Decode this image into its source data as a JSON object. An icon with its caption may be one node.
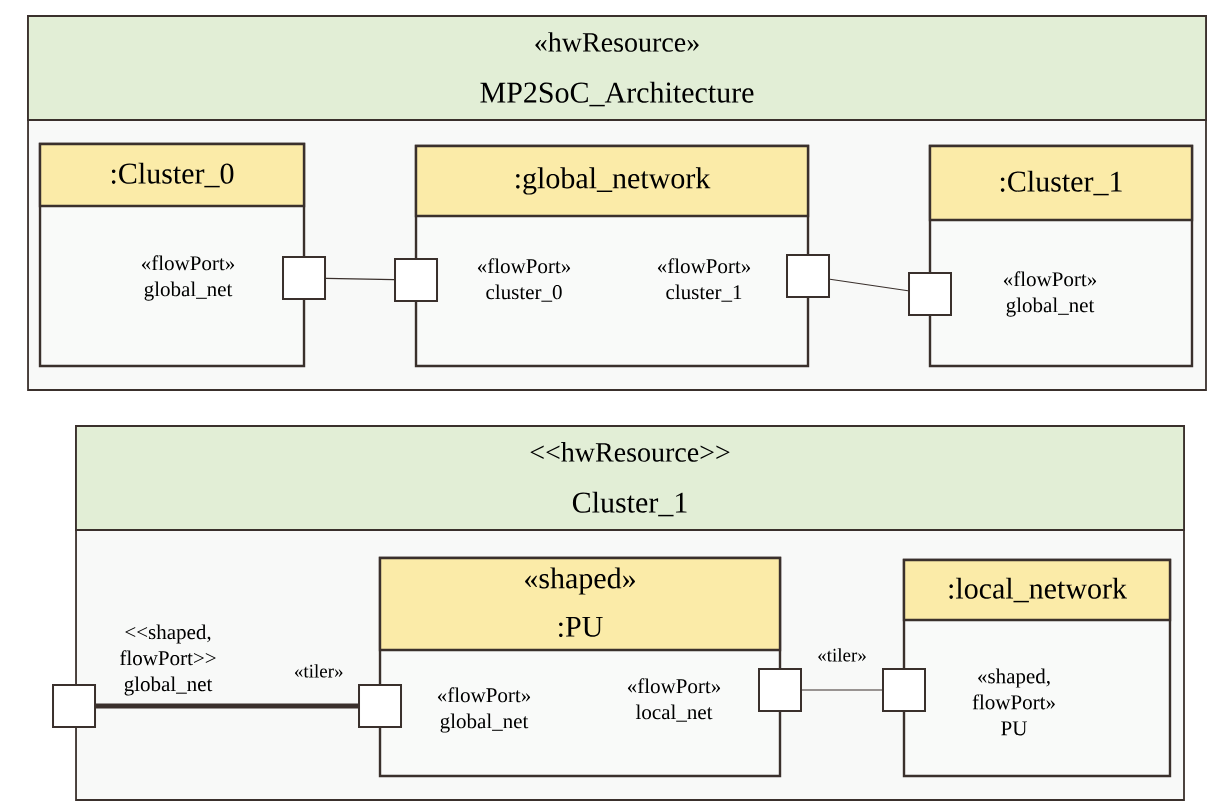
{
  "diagram": {
    "nodes": [
      {
        "text": [
          "«hwResource»",
          "MP2SoC_Architecture"
        ]
      },
      {
        "text": [
          ":Cluster_0"
        ],
        "in": 0
      },
      {
        "text": [],
        "shape": "box",
        "in": 0
      },
      {
        "text": [
          ":global_network"
        ],
        "in": 0
      },
      {
        "text": [],
        "shape": "box",
        "in": 0
      },
      {
        "text": [],
        "shape": "box",
        "in": 0
      },
      {
        "text": [
          ":Cluster_1"
        ],
        "in": 0
      },
      {
        "text": [],
        "shape": "box",
        "in": 0
      },
      {
        "text": [
          "<<hwResource>>",
          "Cluster_1"
        ]
      },
      {
        "text": [],
        "shape": "box"
      },
      {
        "text": [
          "«shaped»",
          ":PU"
        ],
        "in": 8
      },
      {
        "text": [],
        "shape": "box",
        "in": 8
      },
      {
        "text": [],
        "shape": "box",
        "in": 8
      },
      {
        "text": [
          ":local_network"
        ],
        "in": 8
      },
      {
        "text": [],
        "shape": "box",
        "in": 8
      }
    ],
    "edges": [
      {
        "from": 2,
        "to": 4,
        "arrow": "none"
      },
      {
        "from": 5,
        "to": 7,
        "arrow": "none"
      },
      {
        "from": 9,
        "to": 11,
        "arrow": "none",
        "label": "«tiler»",
        "style": "thick"
      },
      {
        "from": 12,
        "to": 14,
        "arrow": "none",
        "label": "«tiler»"
      }
    ],
    "labels": [
      "«flowPort» global_net",
      "«flowPort» cluster_0",
      "«flowPort» cluster_1",
      "«flowPort» global_net",
      "<<shaped, flowPort>> global_net",
      "«flowPort» global_net",
      "«flowPort» local_net",
      "«shaped, flowPort» PU"
    ]
  }
}
